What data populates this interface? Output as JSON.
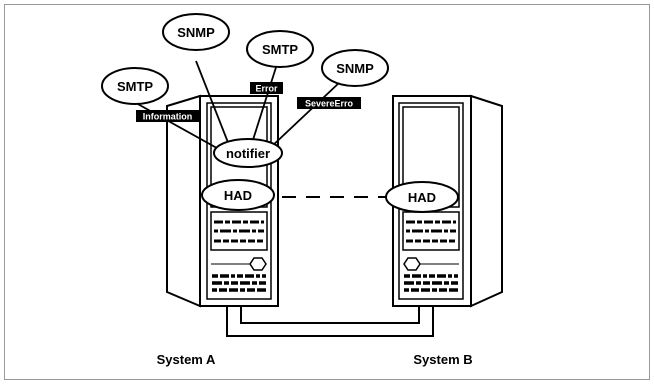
{
  "frame": {
    "border_color": "#999999",
    "background": "#ffffff"
  },
  "notification_targets": [
    {
      "kind": "SMTP",
      "severity_tag": "Information"
    },
    {
      "kind": "SNMP",
      "severity_tag": ""
    },
    {
      "kind": "SMTP",
      "severity_tag": "Error"
    },
    {
      "kind": "SNMP",
      "severity_tag": "SevereErro"
    }
  ],
  "system_a": {
    "label": "System A",
    "notifier_label": "notifier",
    "agent_label": "HAD"
  },
  "system_b": {
    "label": "System B",
    "agent_label": "HAD"
  },
  "colors": {
    "ink": "#000000",
    "tag_text": "#ffffff",
    "oval_fill": "#ffffff"
  },
  "icons": {
    "server_a": "server-tower-icon",
    "server_b": "server-tower-icon",
    "heartbeat": "dashed-link-icon",
    "interconnect": "cable-loop-icon"
  }
}
